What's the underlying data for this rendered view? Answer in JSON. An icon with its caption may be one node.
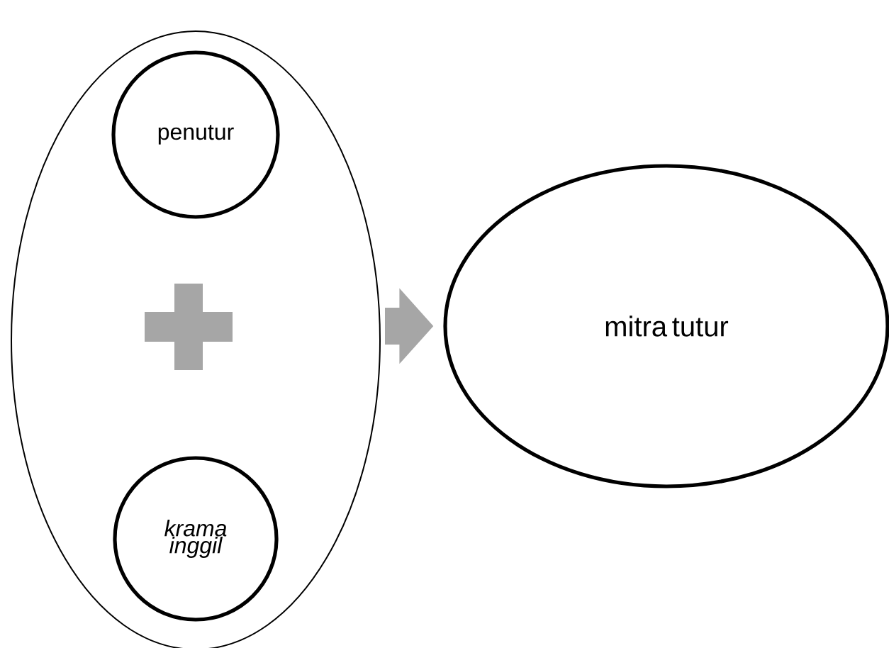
{
  "diagram": {
    "nodes": [
      {
        "text": [],
        "shape": "ellipse"
      },
      {
        "text": [
          "penutur"
        ],
        "in": 0
      },
      {
        "text": [
          "krama inggil"
        ],
        "in": 0
      },
      {
        "text": [
          "mitra tutur"
        ]
      }
    ],
    "edges": [
      {
        "from": 0,
        "to": 3,
        "arrow": "to"
      }
    ]
  }
}
